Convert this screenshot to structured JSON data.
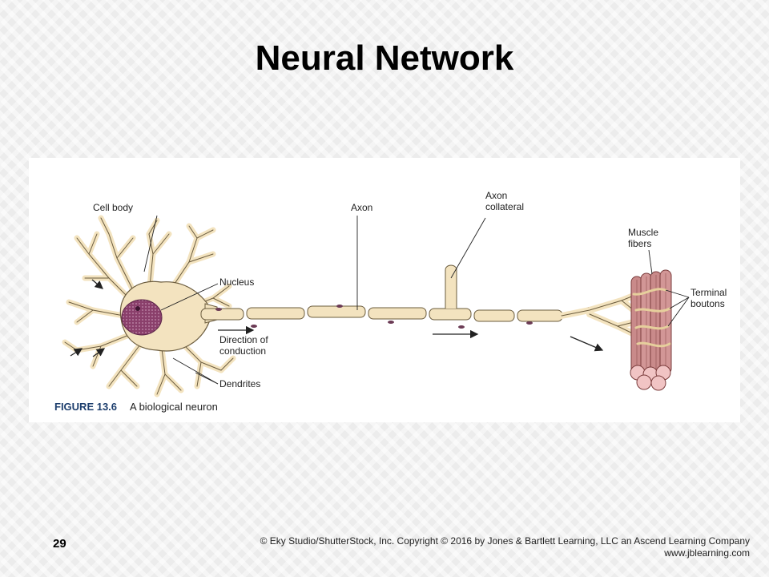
{
  "slide": {
    "title": "Neural Network",
    "page_number": "29",
    "copyright_line1": "© Eky Studio/ShutterStock, Inc. Copyright © 2016 by Jones & Bartlett Learning, LLC an Ascend Learning Company",
    "copyright_line2": "www.jblearning.com"
  },
  "figure": {
    "caption_label": "FIGURE 13.6",
    "caption_text": "A biological neuron",
    "labels": {
      "cell_body": "Cell body",
      "axon": "Axon",
      "axon_collateral_1": "Axon",
      "axon_collateral_2": "collateral",
      "nucleus": "Nucleus",
      "direction_1": "Direction of",
      "direction_2": "conduction",
      "dendrites": "Dendrites",
      "muscle_1": "Muscle",
      "muscle_2": "fibers",
      "terminal_1": "Terminal",
      "terminal_2": "boutons"
    },
    "colors": {
      "membrane": "#f3e3bf",
      "outline": "#6b5c3e",
      "nucleus": "#8a3f6b",
      "muscle": "#c98a8a",
      "caption_label": "#1e3f6e"
    }
  }
}
